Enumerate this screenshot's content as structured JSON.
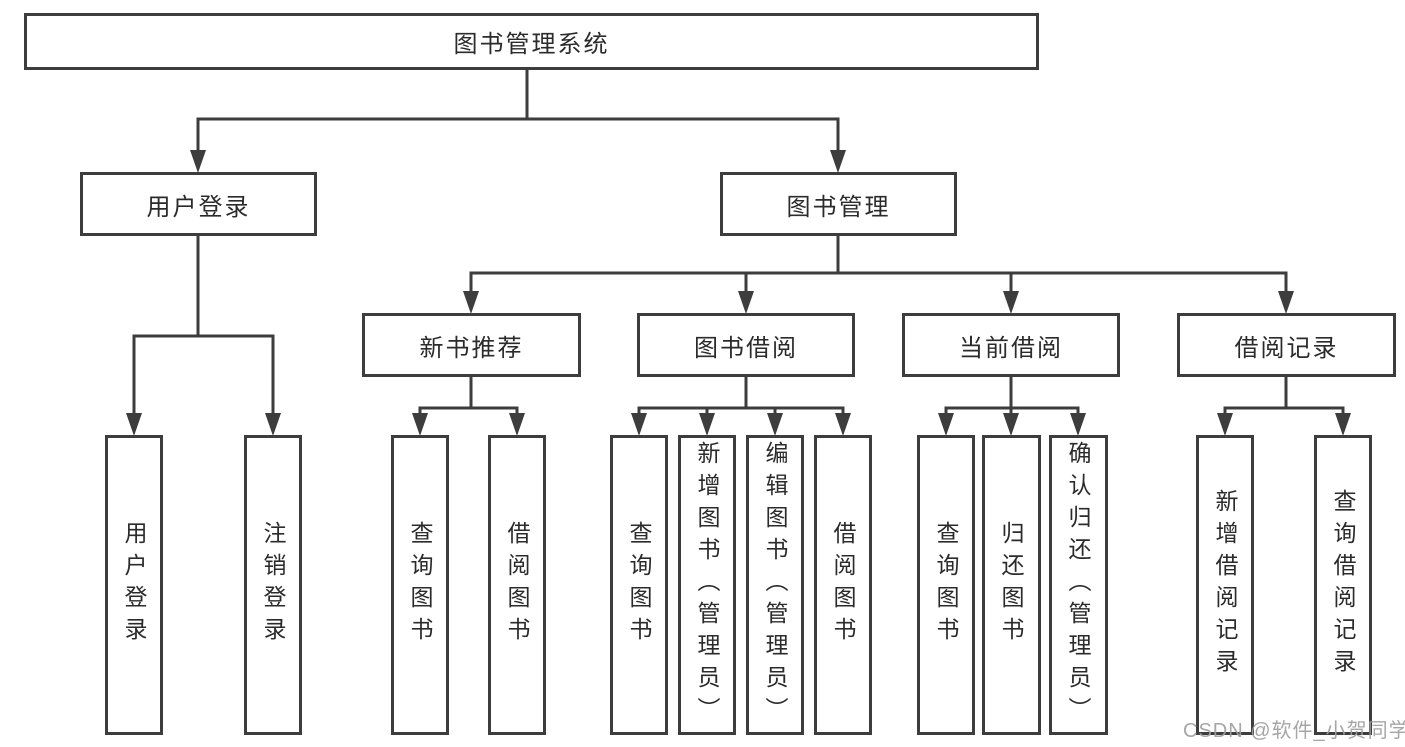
{
  "diagram": {
    "title": "图书管理系统",
    "watermark": "CSDN @软件_小贺同学",
    "colors": {
      "line": "#3d3d3d",
      "box_border": "#3d3d3d",
      "text": "#2b2b2b",
      "background": "#ffffff",
      "watermark": "#9e9e9e"
    },
    "tree": {
      "label": "图书管理系统",
      "children": [
        {
          "label": "用户登录",
          "children": [
            {
              "label": "用户登录"
            },
            {
              "label": "注销登录"
            }
          ]
        },
        {
          "label": "图书管理",
          "children": [
            {
              "label": "新书推荐",
              "children": [
                {
                  "label": "查询图书"
                },
                {
                  "label": "借阅图书"
                }
              ]
            },
            {
              "label": "图书借阅",
              "children": [
                {
                  "label": "查询图书"
                },
                {
                  "label": "新增图书（管理员）"
                },
                {
                  "label": "编辑图书（管理员）"
                },
                {
                  "label": "借阅图书"
                }
              ]
            },
            {
              "label": "当前借阅",
              "children": [
                {
                  "label": "查询图书"
                },
                {
                  "label": "归还图书"
                },
                {
                  "label": "确认归还（管理员）"
                }
              ]
            },
            {
              "label": "借阅记录",
              "children": [
                {
                  "label": "新增借阅记录"
                },
                {
                  "label": "查询借阅记录"
                }
              ]
            }
          ]
        }
      ]
    }
  }
}
